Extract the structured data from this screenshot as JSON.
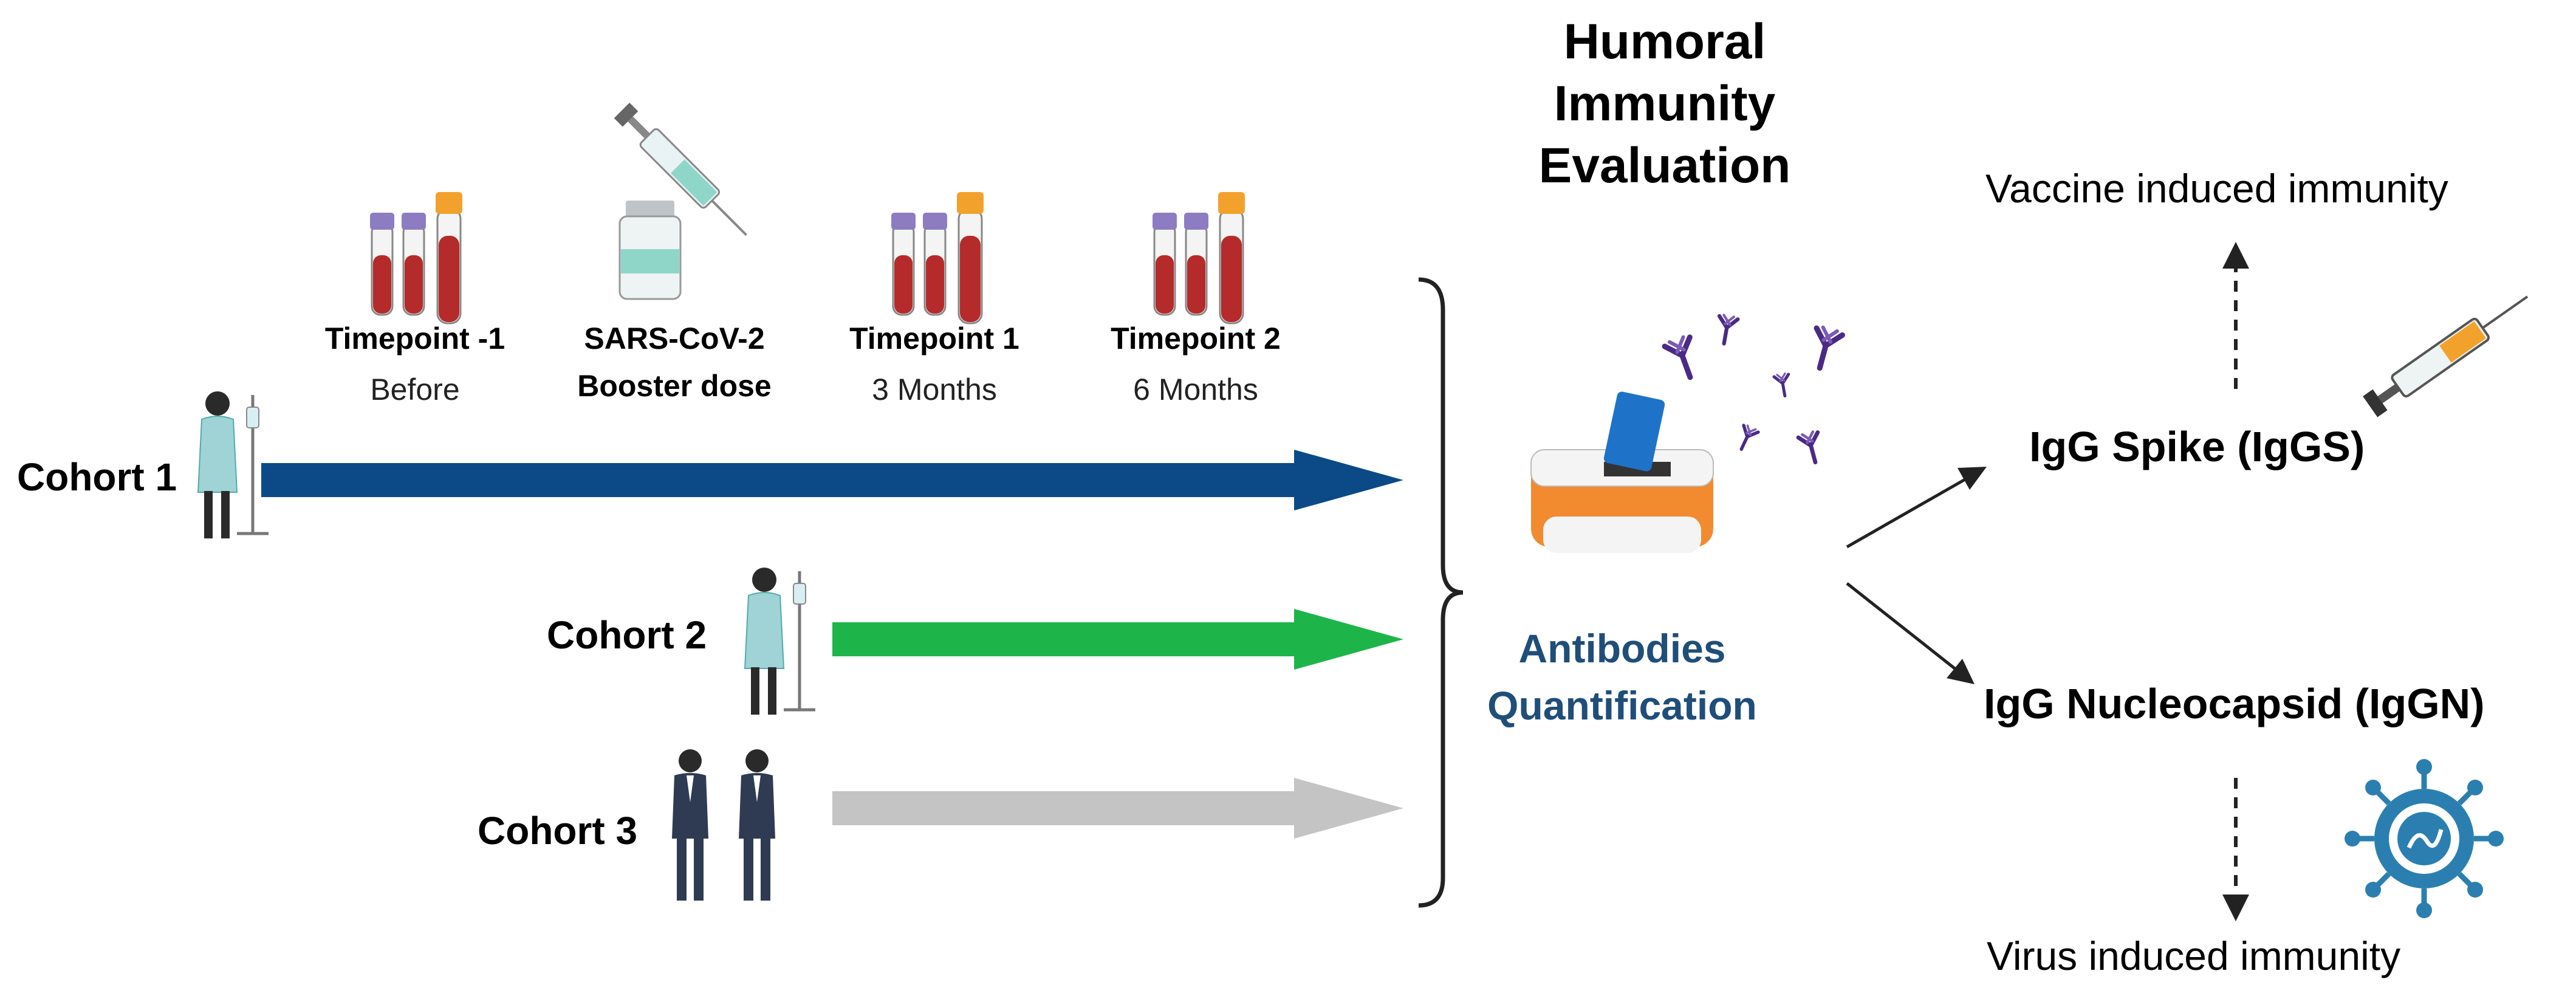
{
  "title": "Humoral Immunity Evaluation",
  "timepoints": [
    {
      "name": "Timepoint -1",
      "sub": "Before"
    },
    {
      "name": "SARS-CoV-2",
      "sub": "Booster dose"
    },
    {
      "name": "Timepoint 1",
      "sub": "3 Months"
    },
    {
      "name": "Timepoint 2",
      "sub": "6 Months"
    }
  ],
  "cohorts": [
    {
      "label": "Cohort 1",
      "color": "#0b4a87"
    },
    {
      "label": "Cohort 2",
      "color": "#1db54a"
    },
    {
      "label": "Cohort 3",
      "color": "#c4c4c4"
    }
  ],
  "assay": {
    "line1": "Antibodies",
    "line2": "Quantification",
    "color": "#1f4e79"
  },
  "outcomes": {
    "spike": "IgG  Spike (IgGS)",
    "nucleocapsid": "IgG Nucleocapsid (IgGN)",
    "vaccine_immunity": "Vaccine induced immunity",
    "virus_immunity": "Virus induced immunity"
  },
  "colors": {
    "blood": "#b52a2a",
    "tube_cap_purple": "#8e7cc3",
    "tube_cap_orange": "#f2a22c",
    "antibody": "#4b2a85",
    "device_orange": "#f28a30",
    "virus": "#2b7fb0"
  }
}
